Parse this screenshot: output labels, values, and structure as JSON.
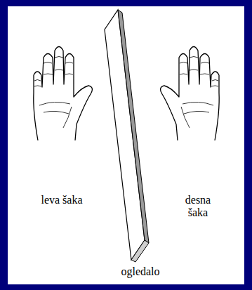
{
  "diagram": {
    "labels": [
      "leva šaka",
      "desna šaka",
      "ogledalo"
    ]
  }
}
